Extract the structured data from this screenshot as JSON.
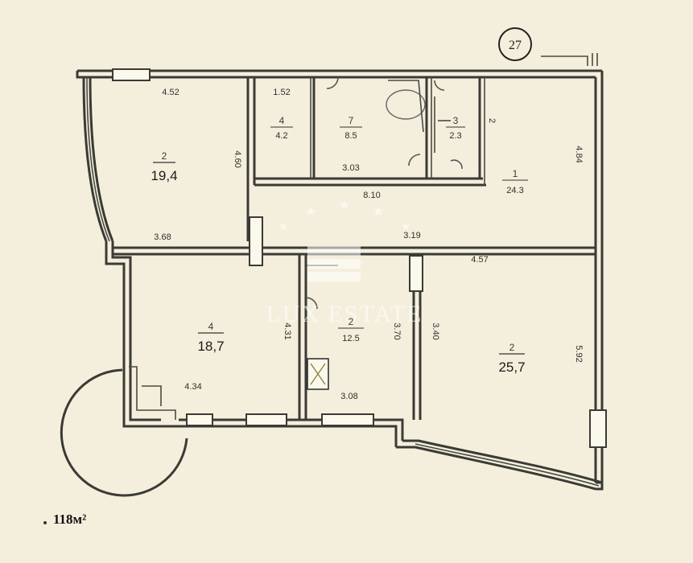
{
  "plan": {
    "stamp_number": "27",
    "total_area": "118м²",
    "watermark": "LUX ESTATE",
    "rooms": [
      {
        "id": "room-top-left",
        "number": "2",
        "area": "19,4"
      },
      {
        "id": "room-bottom-left",
        "number": "4",
        "area": "18,7"
      },
      {
        "id": "room-bottom-right",
        "number": "2",
        "area": "25,7"
      },
      {
        "id": "room-closet",
        "number": "4",
        "area": "4.2"
      },
      {
        "id": "room-bath",
        "number": "7",
        "area": "8.5"
      },
      {
        "id": "room-wc",
        "number": "3",
        "area": "2.3"
      },
      {
        "id": "room-hall",
        "number": "1",
        "area": "24.3"
      },
      {
        "id": "room-kitchen",
        "number": "2",
        "area": "12.5"
      }
    ],
    "dimensions": {
      "top_left_width": "4.52",
      "closet_width": "1.52",
      "top_left_height": "4.60",
      "top_left_bottom": "3.68",
      "bath_bottom": "3.03",
      "hall_mid": "8.10",
      "hall_bottom": "3.19",
      "hall_right_height": "4.84",
      "wc_side": "2",
      "bottom_right_width": "4.57",
      "bottom_right_height": "5.92",
      "bottom_left_width": "4.34",
      "bottom_left_height": "4.31",
      "kitchen_bottom": "3.08",
      "kitchen_side": "3.40",
      "kitchen_side_b": "3.70"
    }
  }
}
